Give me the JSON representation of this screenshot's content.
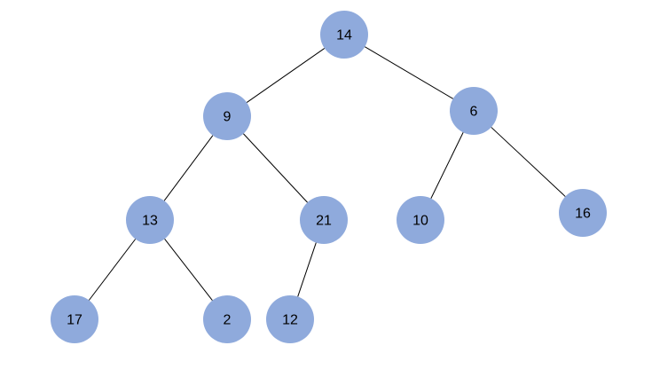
{
  "colors": {
    "node_fill": "#8faadc",
    "edge": "#000000",
    "label": "#000000",
    "background": "#ffffff"
  },
  "tree": {
    "nodes": [
      {
        "id": "n14",
        "label": "14"
      },
      {
        "id": "n9",
        "label": "9"
      },
      {
        "id": "n6",
        "label": "6"
      },
      {
        "id": "n13",
        "label": "13"
      },
      {
        "id": "n21",
        "label": "21"
      },
      {
        "id": "n10",
        "label": "10"
      },
      {
        "id": "n16",
        "label": "16"
      },
      {
        "id": "n17",
        "label": "17"
      },
      {
        "id": "n2",
        "label": "2"
      },
      {
        "id": "n12",
        "label": "12"
      }
    ],
    "edges": [
      {
        "from": "n14",
        "to": "n9"
      },
      {
        "from": "n14",
        "to": "n6"
      },
      {
        "from": "n9",
        "to": "n13"
      },
      {
        "from": "n9",
        "to": "n21"
      },
      {
        "from": "n6",
        "to": "n10"
      },
      {
        "from": "n6",
        "to": "n16"
      },
      {
        "from": "n13",
        "to": "n17"
      },
      {
        "from": "n13",
        "to": "n2"
      },
      {
        "from": "n21",
        "to": "n12"
      }
    ]
  }
}
